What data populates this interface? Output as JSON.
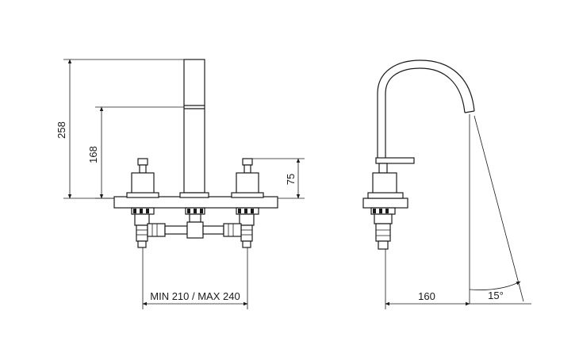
{
  "front_view": {
    "dim_total_height": "258",
    "dim_spout_handshower_height": "168",
    "dim_handle_height": "75",
    "dim_spread": "MIN 210 / MAX 240"
  },
  "side_view": {
    "dim_projection": "160",
    "dim_angle": "15°"
  },
  "colors": {
    "line": "#1a1a1a",
    "background": "#ffffff"
  }
}
